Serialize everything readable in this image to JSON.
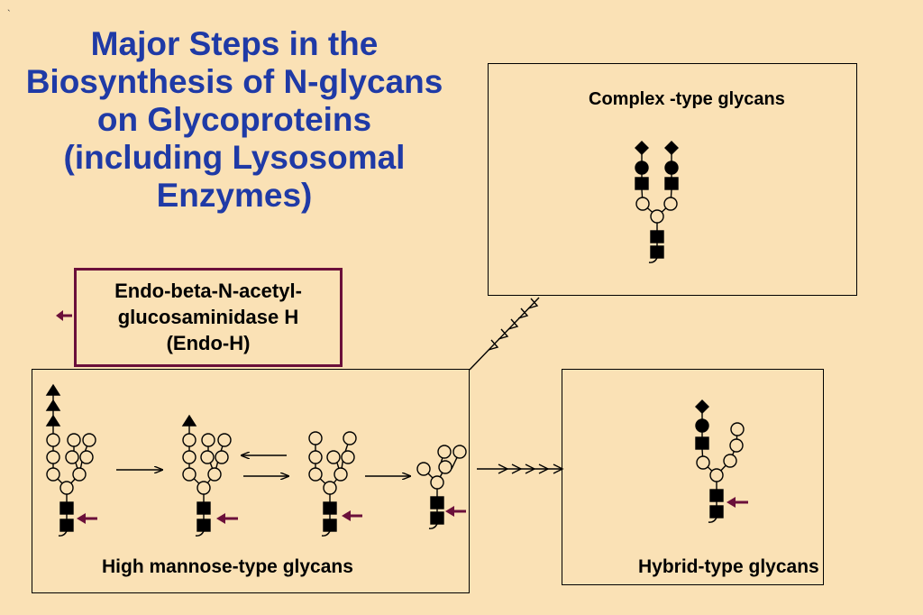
{
  "stray_mark": "`",
  "title_lines": [
    "Major Steps in the",
    "Biosynthesis of N-glycans",
    "on Glycoproteins",
    "(including Lysosomal",
    "Enzymes)"
  ],
  "endo": {
    "lines": [
      "Endo-beta-N-acetyl-",
      "glucosaminidase H",
      "(Endo-H)"
    ]
  },
  "labels": {
    "complex": "Complex -type glycans",
    "high_mannose": "High mannose-type glycans",
    "hybrid": "Hybrid-type glycans"
  },
  "colors": {
    "title": "#1f3aa6",
    "background": "#fae1b5",
    "endo_marker": "#6b0f3a"
  },
  "icons": [
    "glcnac-square",
    "mannose-circle",
    "glucose-triangle",
    "galactose-filled-circle",
    "sialic-acid-diamond",
    "endo-h-cleavage-arrow",
    "reaction-arrow"
  ]
}
